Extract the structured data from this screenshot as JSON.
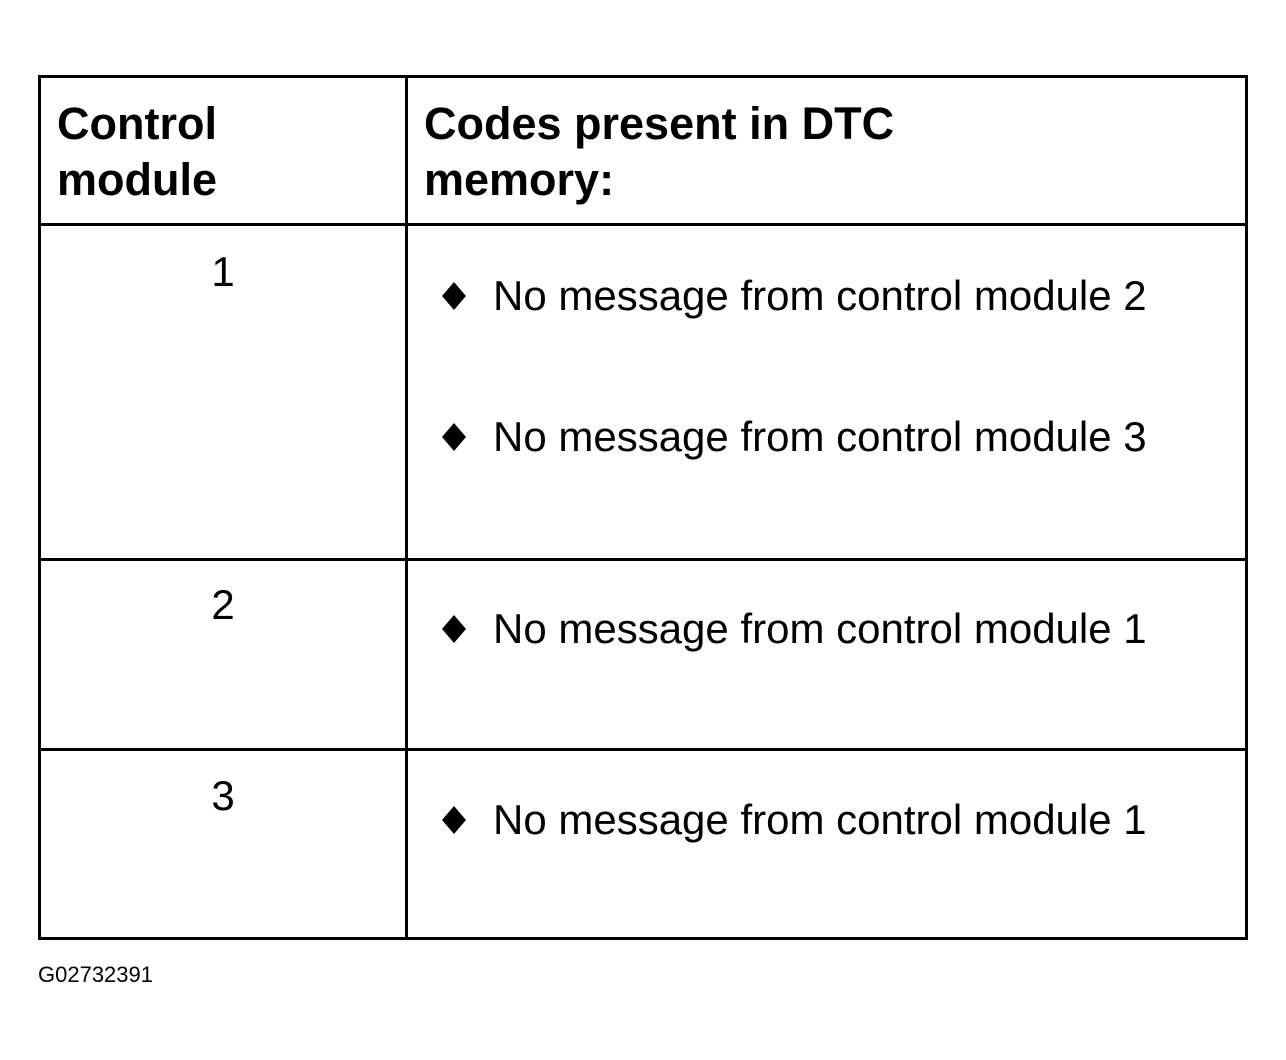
{
  "table": {
    "headers": {
      "control_module": [
        "Control",
        "module"
      ],
      "codes": [
        "Codes present in DTC",
        "memory:"
      ]
    },
    "rows": [
      {
        "module": "1",
        "codes": [
          "No message from control module 2",
          "No message from control module 3"
        ]
      },
      {
        "module": "2",
        "codes": [
          "No message from control module 1"
        ]
      },
      {
        "module": "3",
        "codes": [
          "No message from control module 1"
        ]
      }
    ],
    "bullet_icon": "diamond-bullet-icon"
  },
  "figure_id": "G02732391",
  "colors": {
    "ink": "#000000",
    "background": "#ffffff"
  }
}
